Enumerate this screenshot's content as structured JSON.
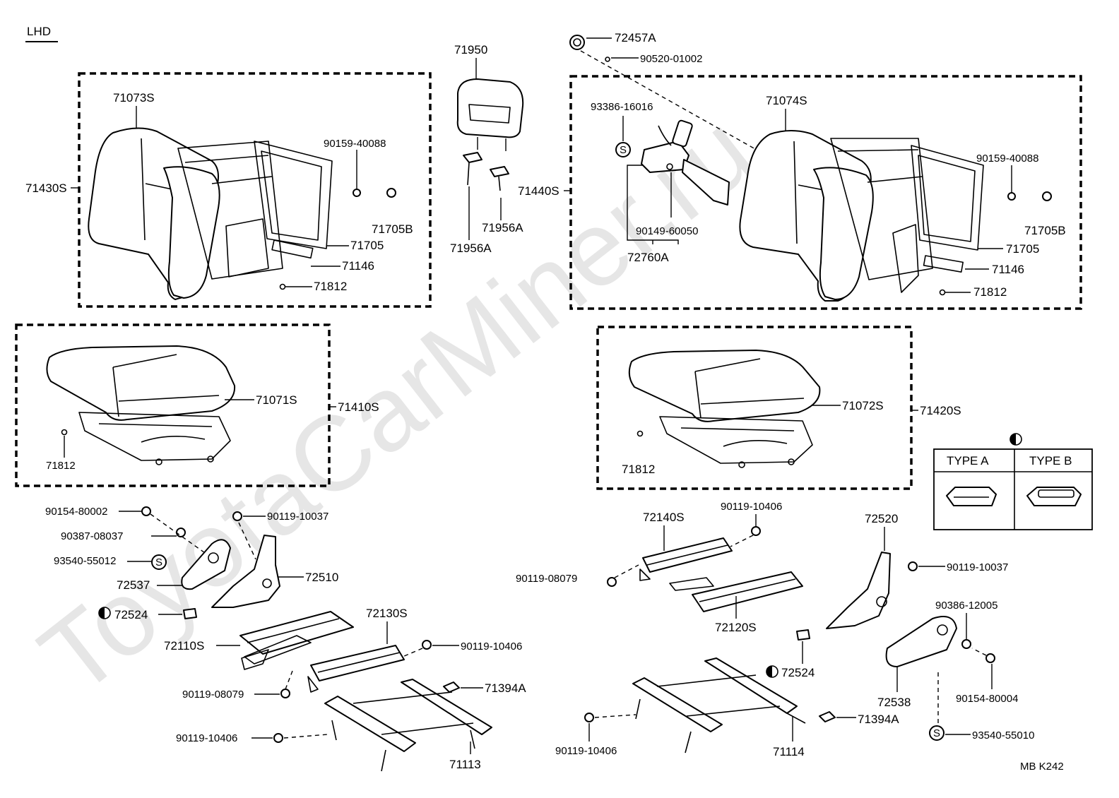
{
  "page": {
    "lhd": "LHD",
    "watermark": "ToyotaCarMiner.ru",
    "footer": "MB  K242"
  },
  "backs": {
    "left_group": "71430S",
    "left_cover": "71073S",
    "right_group": "71440S",
    "right_cover": "71074S",
    "p90159_l": "90159-40088",
    "p90159_r": "90159-40088",
    "p71705b_l": "71705B",
    "p71705b_r": "71705B",
    "p71705_l": "71705",
    "p71705_r": "71705",
    "p71146_l": "71146",
    "p71146_r": "71146",
    "p71812_l": "71812",
    "p71812_r": "71812"
  },
  "headrest": {
    "head": "71950",
    "support_a": "71956A",
    "support_b": "71956A"
  },
  "power": {
    "p72457a": "72457A",
    "p90520": "90520-01002",
    "p93386": "93386-16016",
    "p90149": "90149-60050",
    "p72760a": "72760A",
    "s_mark": "S"
  },
  "cushions": {
    "left_group": "71410S",
    "left_cover": "71071S",
    "left_hook": "71812",
    "right_group": "71420S",
    "right_cover": "71072S",
    "right_hook": "71812"
  },
  "type_box": {
    "type_a": "TYPE  A",
    "type_b": "TYPE  B"
  },
  "left_rails": {
    "p90154": "90154-80002",
    "p90387": "90387-08037",
    "p93540": "93540-55012",
    "s_mark": "S",
    "p72537": "72537",
    "p90119a": "90119-10037",
    "p72510": "72510",
    "p72524": "72524",
    "p72130s": "72130S",
    "p72110s": "72110S",
    "p90119b": "90119-10406",
    "p90119c": "90119-08079",
    "p71394a": "71394A",
    "p90119d": "90119-10406",
    "p71113": "71113"
  },
  "right_rails": {
    "p72140s": "72140S",
    "p90119a": "90119-10406",
    "p90119b": "90119-08079",
    "p72120s": "72120S",
    "p72520": "72520",
    "p90119c": "90119-10037",
    "p90386": "90386-12005",
    "p72524": "72524",
    "p72538": "72538",
    "p90154": "90154-80004",
    "p71394a": "71394A",
    "p90119d": "90119-10406",
    "p71114": "71114",
    "p93540": "93540-55010",
    "s_mark": "S"
  }
}
